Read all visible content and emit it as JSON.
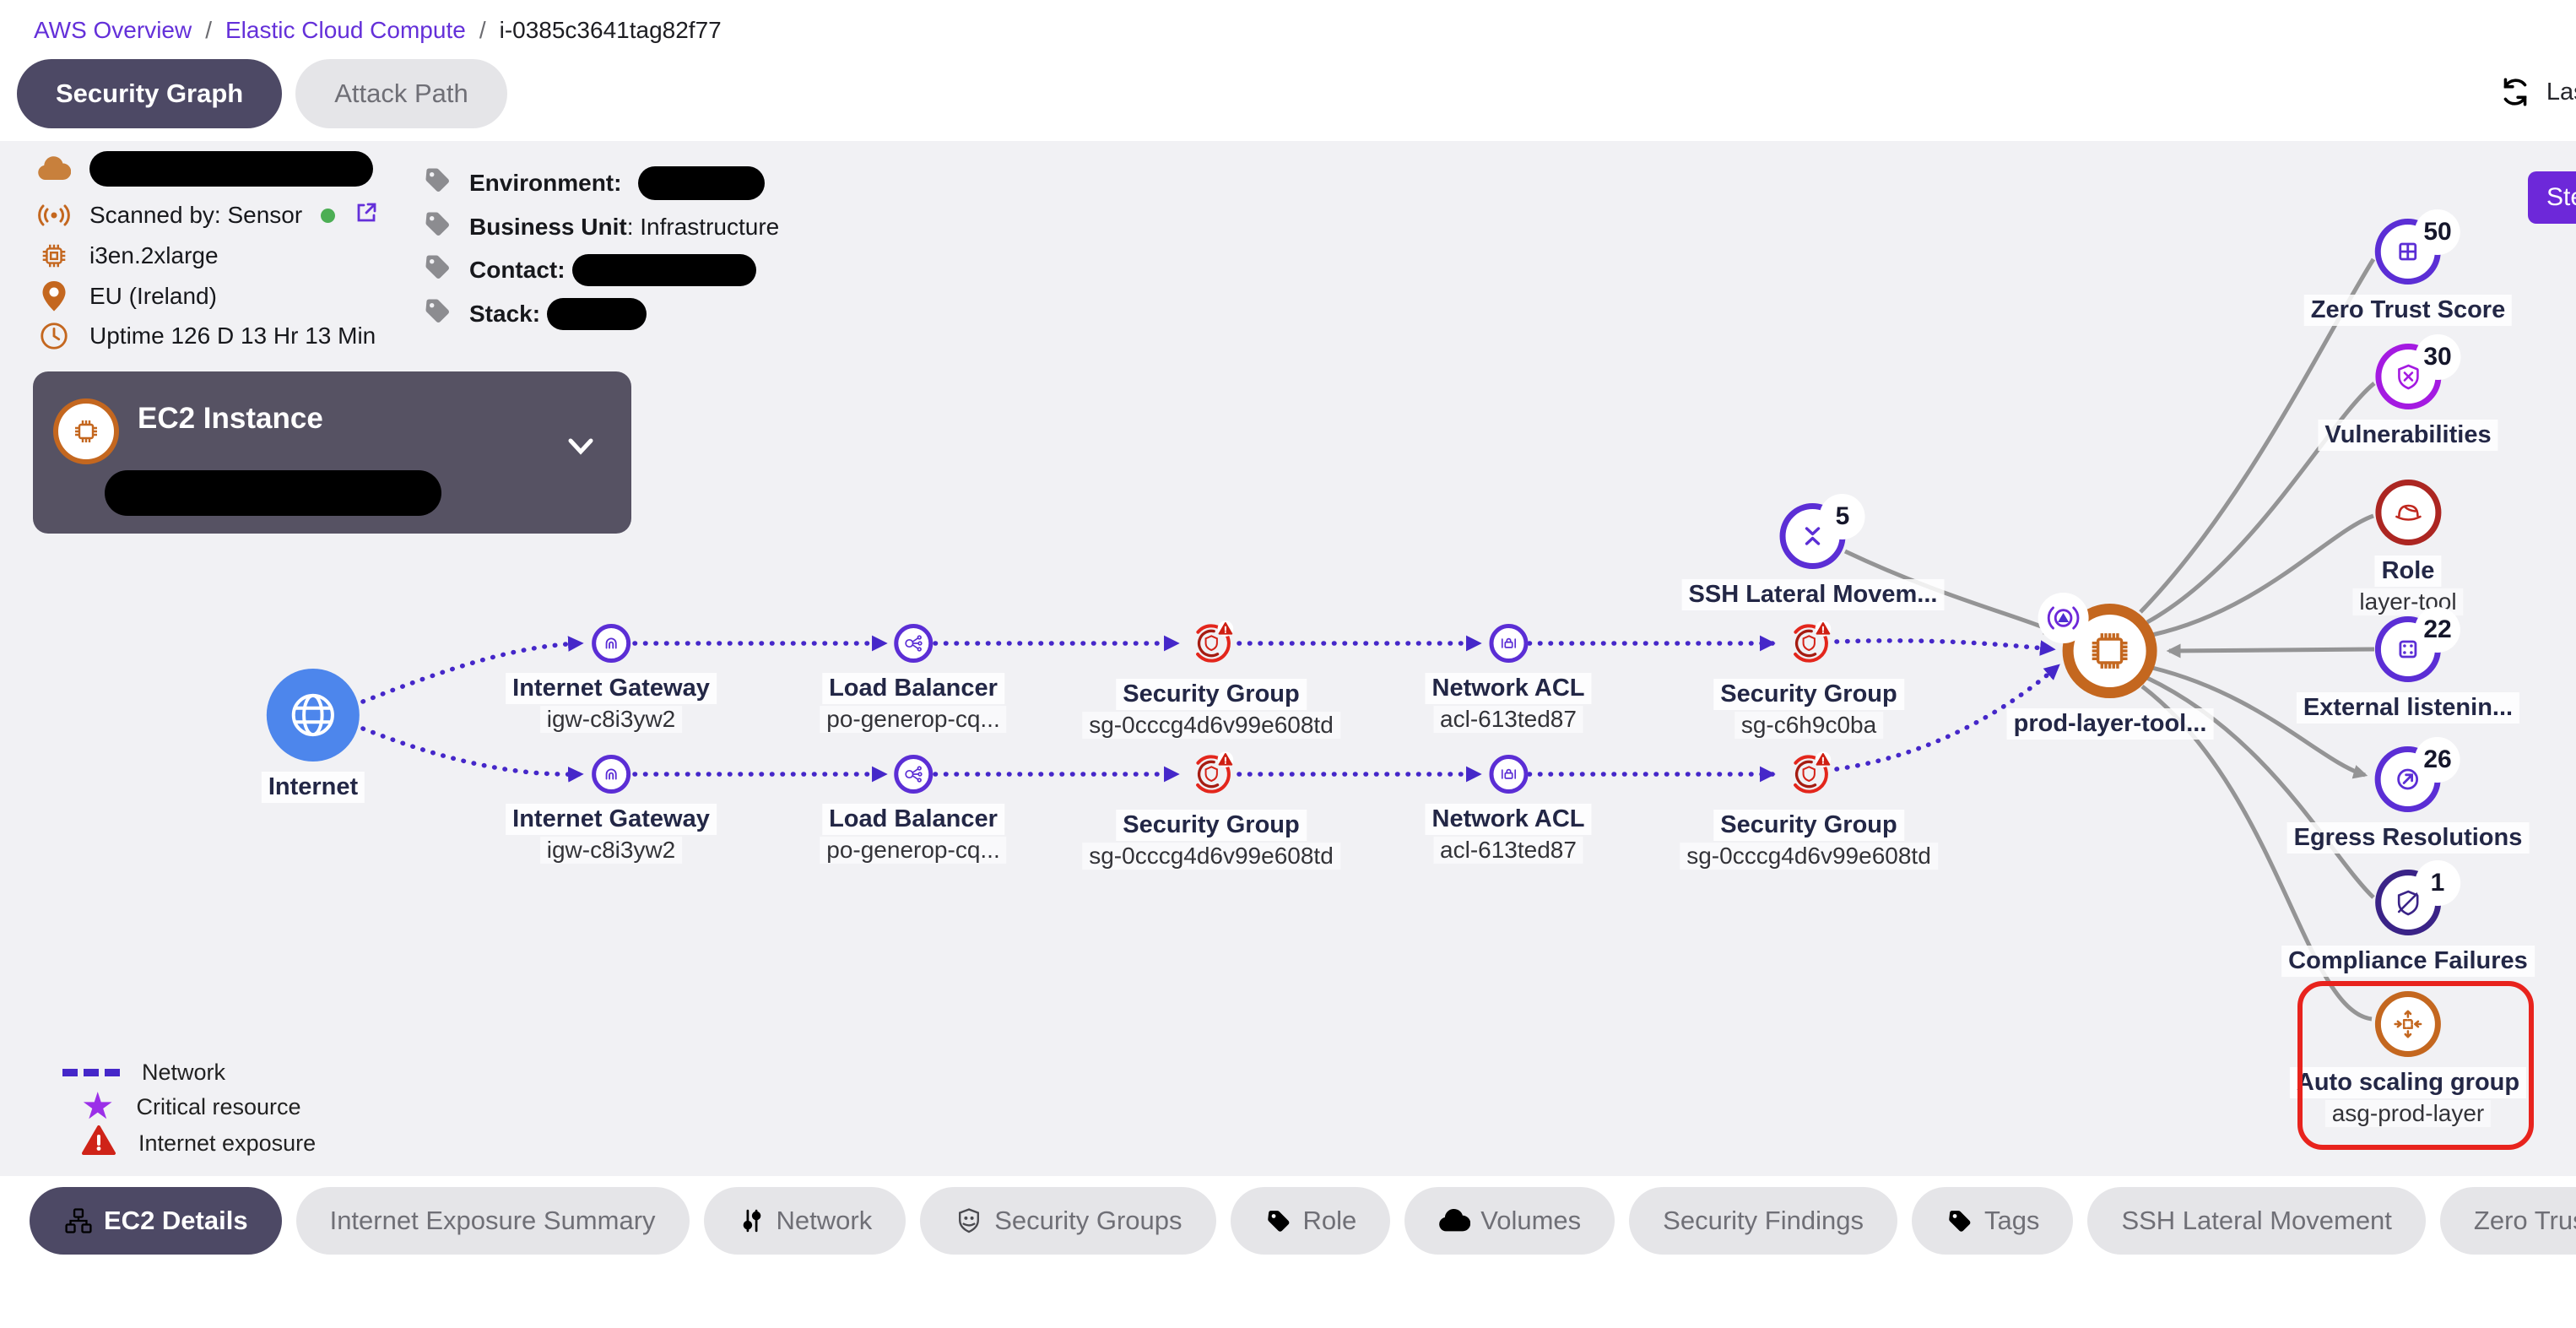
{
  "breadcrumb": {
    "sep": "/",
    "items": [
      "AWS Overview",
      "Elastic Cloud Compute",
      "i-0385c3641tag82f77"
    ]
  },
  "view_tabs": {
    "security_graph": "Security Graph",
    "attack_path": "Attack Path"
  },
  "header": {
    "last_updated": "Last up",
    "action": "Ste"
  },
  "info": {
    "scanned_by": "Scanned by: Sensor",
    "instance_type": "i3en.2xlarge",
    "region": "EU (Ireland)",
    "uptime": "Uptime 126 D 13 Hr 13 Min",
    "tag_environment": "Environment:",
    "tag_business_unit": "Business Unit",
    "tag_business_unit_value": ": Infrastructure",
    "tag_contact": "Contact:",
    "tag_stack": "Stack:"
  },
  "card": {
    "title": "EC2 Instance"
  },
  "nodes": {
    "internet": {
      "label": "Internet"
    },
    "igw": {
      "label": "Internet Gateway",
      "sub": "igw-c8i3yw2"
    },
    "lb": {
      "label": "Load Balancer",
      "sub": "po-generop-cq..."
    },
    "sg_long": {
      "label": "Security Group",
      "sub": "sg-0cccg4d6v99e608td"
    },
    "nacl": {
      "label": "Network ACL",
      "sub": "acl-613ted87"
    },
    "sg_short": {
      "label": "Security Group",
      "sub": "sg-c6h9c0ba"
    },
    "ssh": {
      "label": "SSH Lateral Movem...",
      "count": "5"
    },
    "central": {
      "label": "prod-layer-tool..."
    },
    "zts": {
      "label": "Zero Trust Score",
      "count": "50"
    },
    "vuln": {
      "label": "Vulnerabilities",
      "count": "30"
    },
    "role": {
      "label": "Role",
      "sub": "layer-tool"
    },
    "ext": {
      "label": "External listenin...",
      "count": "22"
    },
    "egress": {
      "label": "Egress Resolutions",
      "count": "26"
    },
    "comp": {
      "label": "Compliance Failures",
      "count": "1"
    },
    "asg": {
      "label": "Auto scaling group",
      "sub": "asg-prod-layer"
    }
  },
  "legend": {
    "network": "Network",
    "critical": "Critical resource",
    "exposure": "Internet exposure"
  },
  "bottom_tabs": {
    "ec2": "EC2 Details",
    "internet_exposure": "Internet Exposure Summary",
    "network": "Network",
    "security_groups": "Security Groups",
    "role": "Role",
    "volumes": "Volumes",
    "security_findings": "Security Findings",
    "tags": "Tags",
    "ssh": "SSH Lateral Movement",
    "zts": "Zero Trust Score"
  },
  "colors": {
    "accent_purple": "#6430d9",
    "node_purple": "#5b2ed5",
    "node_magenta": "#a41ae1",
    "node_red": "#e02a1f",
    "node_darkred": "#ac2622",
    "node_indigo": "#3a2387",
    "node_orange": "#c4671f",
    "internet_blue": "#4d86ec",
    "highlight_red": "#e8231d",
    "graph_bg": "#f1f1f4",
    "pill_dark": "#4d4965"
  }
}
